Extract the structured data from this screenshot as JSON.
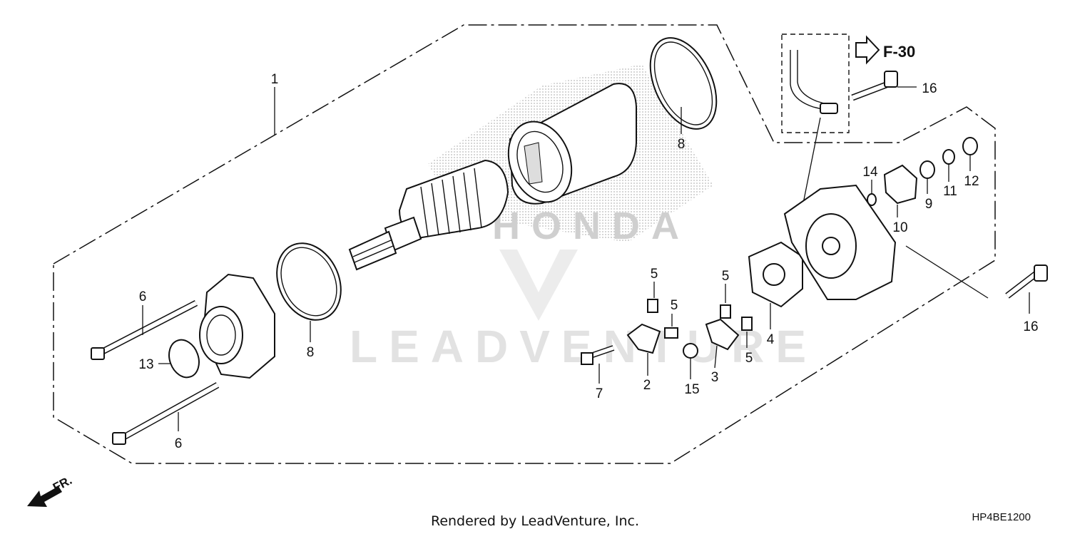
{
  "diagram_title": "",
  "watermark": {
    "brand": "HONDA",
    "company": "LEADVENTURE"
  },
  "reference": {
    "label": "F-30"
  },
  "direction_label": "FR.",
  "footer": {
    "rendered_by": "Rendered by LeadVenture, Inc.",
    "diagram_code": "HP4BE1200"
  },
  "callouts": [
    {
      "id": "c1",
      "num": "1"
    },
    {
      "id": "c2",
      "num": "2"
    },
    {
      "id": "c3",
      "num": "3"
    },
    {
      "id": "c4",
      "num": "4"
    },
    {
      "id": "c5a",
      "num": "5"
    },
    {
      "id": "c5b",
      "num": "5"
    },
    {
      "id": "c5c",
      "num": "5"
    },
    {
      "id": "c5d",
      "num": "5"
    },
    {
      "id": "c6a",
      "num": "6"
    },
    {
      "id": "c6b",
      "num": "6"
    },
    {
      "id": "c7",
      "num": "7"
    },
    {
      "id": "c8a",
      "num": "8"
    },
    {
      "id": "c8b",
      "num": "8"
    },
    {
      "id": "c9",
      "num": "9"
    },
    {
      "id": "c10",
      "num": "10"
    },
    {
      "id": "c11",
      "num": "11"
    },
    {
      "id": "c12",
      "num": "12"
    },
    {
      "id": "c13",
      "num": "13"
    },
    {
      "id": "c14",
      "num": "14"
    },
    {
      "id": "c15",
      "num": "15"
    },
    {
      "id": "c16a",
      "num": "16"
    },
    {
      "id": "c16b",
      "num": "16"
    }
  ],
  "colors": {
    "line": "#111111",
    "watermark": "#e2e2e2",
    "shading": "#d0d0d0"
  }
}
